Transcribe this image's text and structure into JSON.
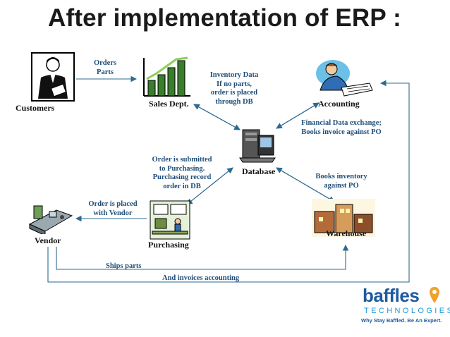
{
  "title": "After implementation of ERP :",
  "nodes": {
    "customers": "Customers",
    "sales": "Sales Dept.",
    "accounting": "Accounting",
    "database": "Database",
    "vendor": "Vendor",
    "purchasing": "Purchasing",
    "warehouse": "Warehouse"
  },
  "notes": {
    "orders_parts": [
      "Orders",
      "Parts"
    ],
    "inventory": [
      "Inventory Data",
      "If no parts,",
      "order is placed",
      "through DB"
    ],
    "financial": [
      "Financial Data exchange;",
      "Books invoice against PO"
    ],
    "order_submitted": [
      "Order is submitted",
      "to Purchasing.",
      "Purchasing record",
      "order in DB"
    ],
    "books_inventory": [
      "Books inventory",
      "against PO"
    ],
    "order_placed": [
      "Order is placed",
      "with Vendor"
    ],
    "ships_parts": "Ships parts",
    "invoices": "And invoices accounting"
  },
  "logo": {
    "word": "baffles",
    "sub": "TECHNOLOGIES",
    "tagline": "Why Stay Baffled. Be An Expert."
  },
  "colors": {
    "line": "#2d6a8f",
    "note": "#1f4e79",
    "brand": "#1f5a9e",
    "brand_light": "#1f9ad6"
  }
}
